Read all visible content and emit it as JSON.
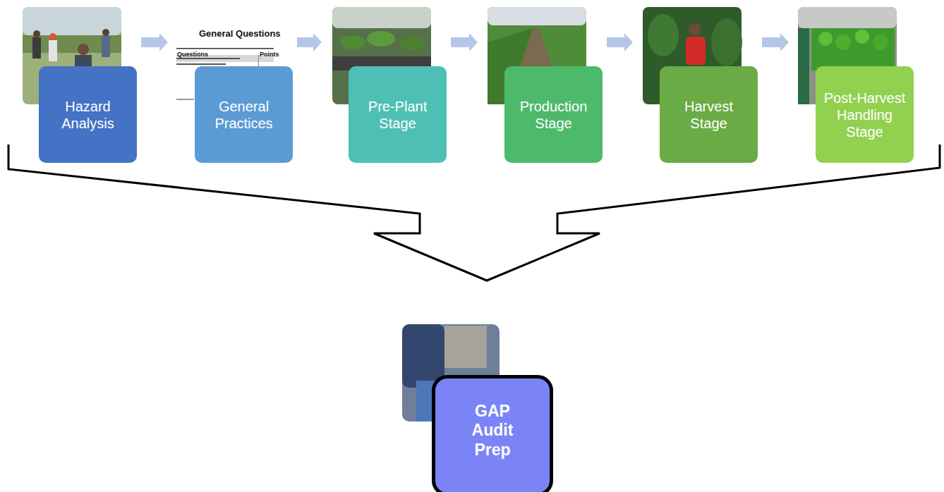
{
  "diagram": {
    "nodes": [
      {
        "text": [
          "Hazard Analysis"
        ]
      },
      {
        "text": [
          "General Practices"
        ]
      },
      {
        "text": [
          "Pre-Plant Stage"
        ]
      },
      {
        "text": [
          "Production Stage"
        ]
      },
      {
        "text": [
          "Harvest Stage"
        ]
      },
      {
        "text": [
          "Post-Harvest Handling Stage"
        ]
      },
      {
        "text": [
          "GAP Audit Prep"
        ]
      }
    ],
    "edges": [
      {
        "from": 0,
        "to": 1,
        "arrow": "to"
      },
      {
        "from": 1,
        "to": 2,
        "arrow": "to"
      },
      {
        "from": 2,
        "to": 3,
        "arrow": "to"
      },
      {
        "from": 3,
        "to": 4,
        "arrow": "to"
      },
      {
        "from": 4,
        "to": 5,
        "arrow": "to"
      }
    ],
    "labels": [
      "General Questions",
      "Questions",
      "Points"
    ]
  }
}
